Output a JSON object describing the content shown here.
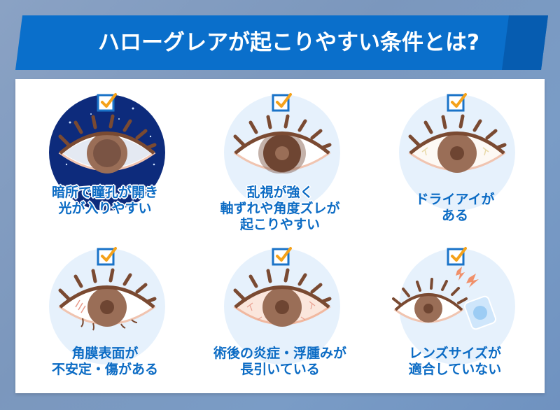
{
  "header": {
    "title": "ハローグレアが起こりやすい条件とは?"
  },
  "colors": {
    "background": "#7b97bd",
    "banner": "#0a6fcb",
    "banner_dark": "#065cb0",
    "label_text": "#0b6bc4",
    "check_box": "#1a73c8",
    "check_mark": "#f5a21b",
    "circle_bg": "#e6f1fc",
    "night_bg": "#0d2b7c",
    "iris": "#9a6e57",
    "lash": "#7a4a32"
  },
  "conditions": [
    {
      "icon": "dark-eye-dilated-pupil",
      "lines": [
        "暗所で瞳孔が開き",
        "光が入りやすい"
      ]
    },
    {
      "icon": "astigmatism-eye",
      "lines": [
        "乱視が強く",
        "軸ずれや角度ズレが",
        "起こりやすい"
      ]
    },
    {
      "icon": "dry-eye",
      "lines": [
        "ドライアイが",
        "ある"
      ]
    },
    {
      "icon": "cornea-damaged-eye",
      "lines": [
        "角膜表面が",
        "不安定・傷がある"
      ]
    },
    {
      "icon": "inflamed-eye",
      "lines": [
        "術後の炎症・浮腫みが",
        "長引いている"
      ]
    },
    {
      "icon": "contact-lens-misfit-eye",
      "lines": [
        "レンズサイズが",
        "適合していない"
      ]
    }
  ]
}
